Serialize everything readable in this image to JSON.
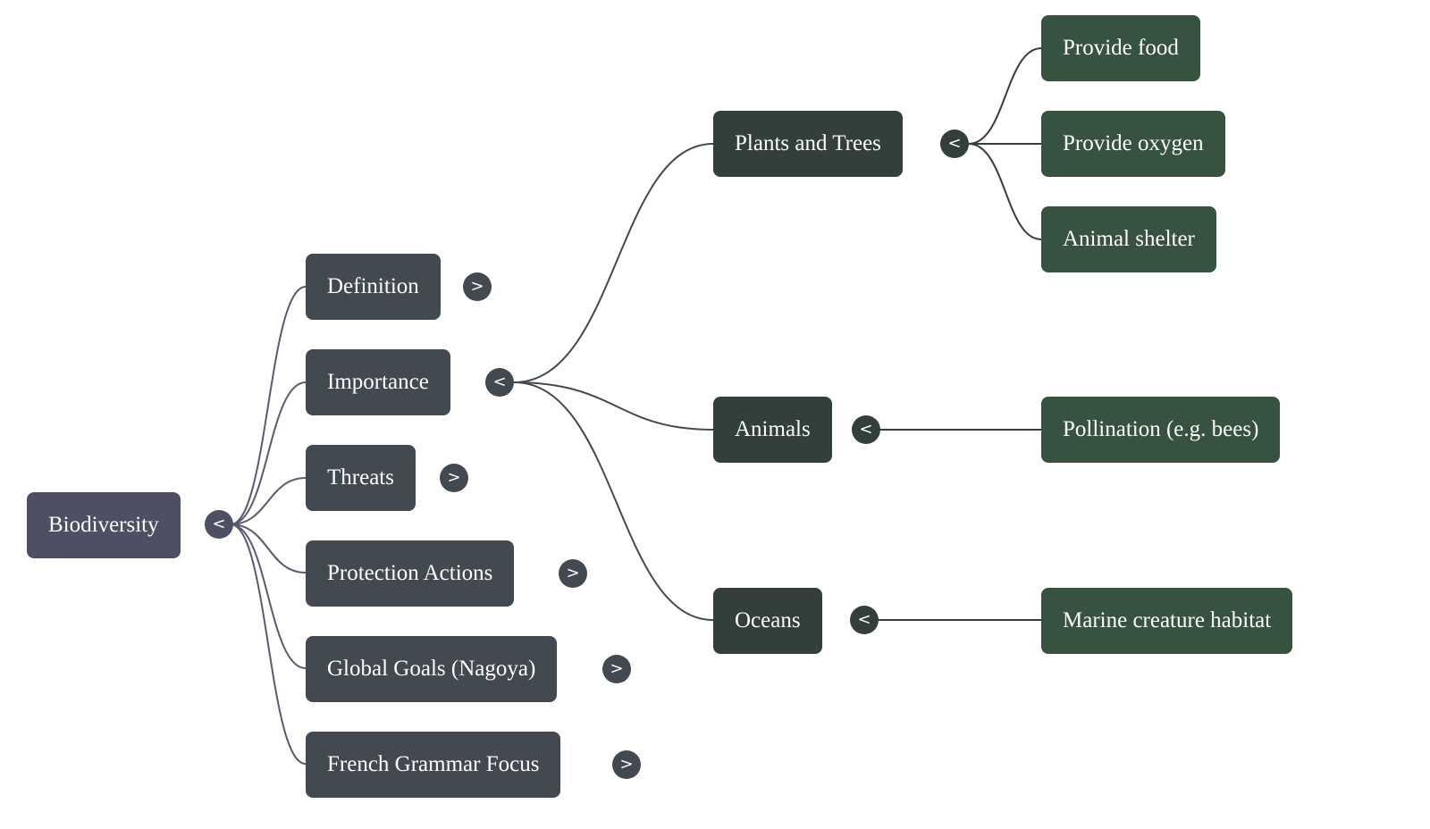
{
  "mindmap": {
    "root": {
      "label": "Biodiversity",
      "toggle": "<"
    },
    "level1": [
      {
        "label": "Definition",
        "toggle": ">"
      },
      {
        "label": "Importance",
        "toggle": "<"
      },
      {
        "label": "Threats",
        "toggle": ">"
      },
      {
        "label": "Protection Actions",
        "toggle": ">"
      },
      {
        "label": "Global Goals (Nagoya)",
        "toggle": ">"
      },
      {
        "label": "French Grammar Focus",
        "toggle": ">"
      }
    ],
    "importance_children": [
      {
        "label": "Plants and Trees",
        "toggle": "<"
      },
      {
        "label": "Animals",
        "toggle": "<"
      },
      {
        "label": "Oceans",
        "toggle": "<"
      }
    ],
    "plants_children": [
      {
        "label": "Provide food"
      },
      {
        "label": "Provide oxygen"
      },
      {
        "label": "Animal shelter"
      }
    ],
    "animals_children": [
      {
        "label": "Pollination (e.g. bees)"
      }
    ],
    "oceans_children": [
      {
        "label": "Marine creature habitat"
      }
    ]
  },
  "colors": {
    "root": "#4e4f64",
    "level1": "#434951",
    "level2": "#323f3c",
    "level3": "#37523f",
    "link_root": "#5a5a70",
    "link_level1": "#434951",
    "link_level2": "#323f3c"
  }
}
